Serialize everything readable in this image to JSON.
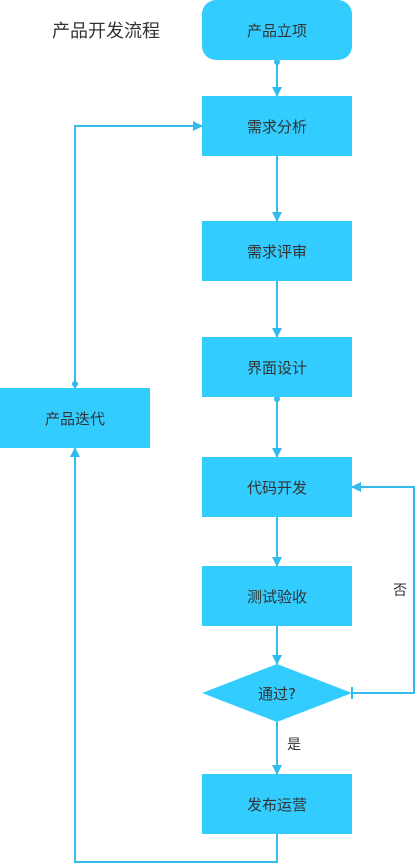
{
  "title": "产品开发流程",
  "nodes": {
    "start": "产品立项",
    "analysis": "需求分析",
    "review": "需求评审",
    "ui_design": "界面设计",
    "develop": "代码开发",
    "test": "测试验收",
    "decision": "通过?",
    "release": "发布运营",
    "iterate": "产品迭代"
  },
  "edge_labels": {
    "no": "否",
    "yes": "是"
  },
  "colors": {
    "node_fill": "#33ccff",
    "connector": "#33bbee",
    "text": "#333333"
  }
}
